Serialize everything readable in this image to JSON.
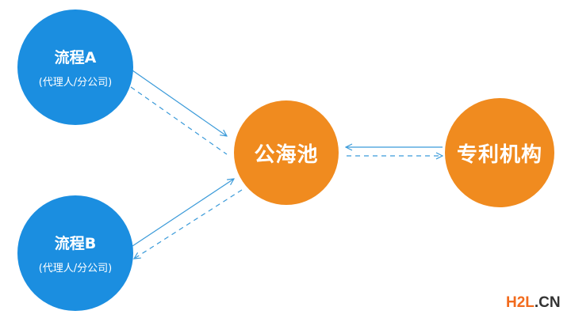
{
  "nodes": {
    "a": {
      "title": "流程A",
      "subtitle": "(代理人/分公司)"
    },
    "b": {
      "title": "流程B",
      "subtitle": "(代理人/分公司)"
    },
    "pool": {
      "title": "公海池"
    },
    "agency": {
      "title": "专利机构"
    }
  },
  "watermark": {
    "part1": "H2L",
    "part2": ".CN"
  },
  "colors": {
    "blue": "#1b8ee0",
    "orange": "#f08b1f",
    "line": "#3a9ad9"
  }
}
